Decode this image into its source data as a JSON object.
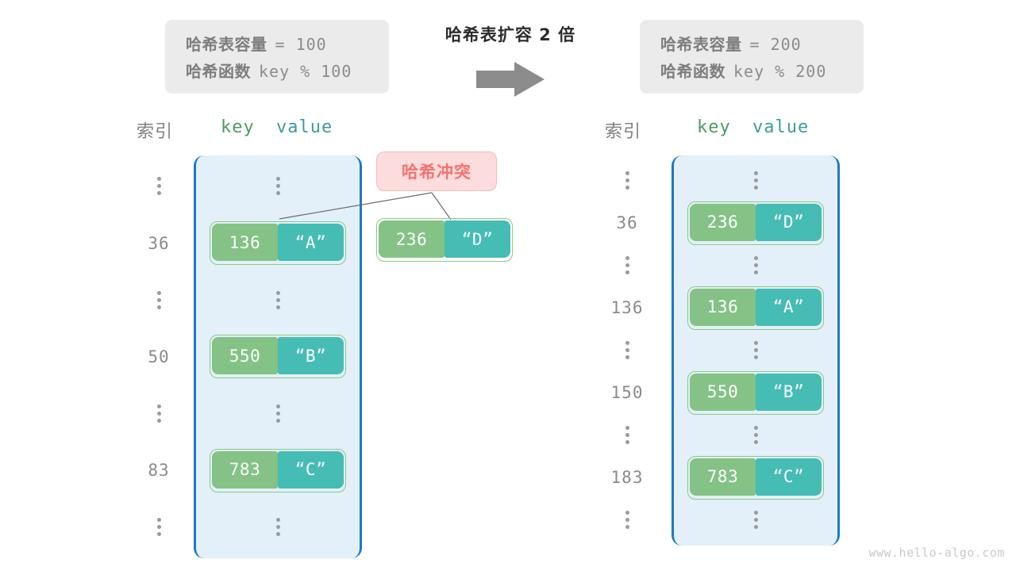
{
  "diagram": {
    "watermark": "www.hello-algo.com",
    "transition": {
      "title": "哈希表扩容 2 倍",
      "arrow_icon": "right-arrow-icon"
    },
    "left_info": {
      "capacity_label": "哈希表容量",
      "capacity_value": "= 100",
      "function_label": "哈希函数",
      "function_value": "key % 100"
    },
    "right_info": {
      "capacity_label": "哈希表容量",
      "capacity_value": "= 200",
      "function_label": "哈希函数",
      "function_value": "key % 200"
    },
    "headers": {
      "index": "索引",
      "key": "key",
      "value": "value"
    },
    "collision": {
      "badge": "哈希冲突",
      "detached_key": "236",
      "detached_value": "“D”"
    },
    "left_table": {
      "rows": [
        {
          "index": "",
          "dots": true
        },
        {
          "index": "36",
          "key": "136",
          "value": "“A”"
        },
        {
          "index": "",
          "dots": true
        },
        {
          "index": "50",
          "key": "550",
          "value": "“B”"
        },
        {
          "index": "",
          "dots": true
        },
        {
          "index": "83",
          "key": "783",
          "value": "“C”"
        },
        {
          "index": "",
          "dots": true
        }
      ]
    },
    "right_table": {
      "rows": [
        {
          "index": "",
          "dots": true
        },
        {
          "index": "36",
          "key": "236",
          "value": "“D”"
        },
        {
          "index": "",
          "dots": true
        },
        {
          "index": "136",
          "key": "136",
          "value": "“A”"
        },
        {
          "index": "",
          "dots": true
        },
        {
          "index": "150",
          "key": "550",
          "value": "“B”"
        },
        {
          "index": "",
          "dots": true
        },
        {
          "index": "183",
          "key": "783",
          "value": "“C”"
        },
        {
          "index": "",
          "dots": true
        }
      ]
    },
    "colors": {
      "key_cell": "#84c286",
      "value_cell": "#45bcb4",
      "bucket_bg": "#e3f0fa",
      "bucket_border": "#1b7ac4",
      "collision": "#f4736f"
    }
  }
}
